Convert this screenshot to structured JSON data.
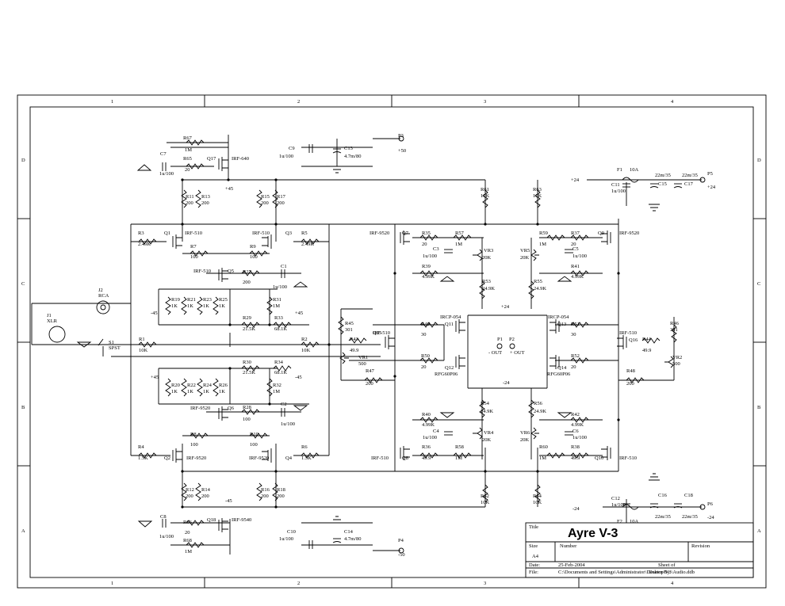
{
  "title_block": {
    "title_label": "Title",
    "title": "Ayre V-3",
    "size_label": "Size",
    "size": "A4",
    "number_label": "Number",
    "revision_label": "Revision",
    "date_label": "Date:",
    "date": "25-Feb-2004",
    "sheet": "Sheet    of",
    "file_label": "File:",
    "file": "C:\\Documents and Settings\\Administrator\\Desktop\\V3\\Audio.ddb",
    "drawn_by": "Drawn By:"
  },
  "grid": {
    "columns": [
      "1",
      "2",
      "3",
      "4"
    ],
    "rows": [
      "D",
      "C",
      "B",
      "A"
    ]
  },
  "ports": {
    "p3": "P3",
    "p3_v": "+50",
    "p4": "P4",
    "p4_v": "-50",
    "p5": "P5",
    "p5_v": "+24",
    "p6": "P6",
    "p6_v": "-24",
    "p1": "P1",
    "p1_v": "- OUT",
    "p2": "P2",
    "p2_v": "+ OUT"
  },
  "rails": {
    "p45": "+45",
    "m45": "-45",
    "p24": "+24",
    "m24": "-24"
  },
  "inputs": {
    "j1": "J1",
    "j1_v": "XLR",
    "j2": "J2",
    "j2_v": "RCA",
    "s1": "S1",
    "s1_v": "SPST"
  },
  "parts": [
    {
      "ref": "R67",
      "val": "1M"
    },
    {
      "ref": "R65",
      "val": "20"
    },
    {
      "ref": "C7",
      "val": "1u/100"
    },
    {
      "ref": "Q17",
      "val": "IRF-640"
    },
    {
      "ref": "C9",
      "val": "1u/100"
    },
    {
      "ref": "C13",
      "val": "4.7m/80"
    },
    {
      "ref": "R11",
      "val": "200"
    },
    {
      "ref": "R13",
      "val": "200"
    },
    {
      "ref": "R15",
      "val": "200"
    },
    {
      "ref": "R17",
      "val": "200"
    },
    {
      "ref": "R61",
      "val": "10K"
    },
    {
      "ref": "R63",
      "val": "10K"
    },
    {
      "ref": "F1",
      "val": "10A"
    },
    {
      "ref": "C11",
      "val": "1u/100"
    },
    {
      "ref": "C15",
      "val": "22m/35"
    },
    {
      "ref": "C17",
      "val": "22m/35"
    },
    {
      "ref": "R3",
      "val": "2.49K"
    },
    {
      "ref": "Q1",
      "val": "IRF-510"
    },
    {
      "ref": "Q3",
      "val": "IRF-510"
    },
    {
      "ref": "R5",
      "val": "2.49K"
    },
    {
      "ref": "R7",
      "val": "100"
    },
    {
      "ref": "R9",
      "val": "100"
    },
    {
      "ref": "Q5",
      "val": "IRF-510"
    },
    {
      "ref": "R27",
      "val": "200"
    },
    {
      "ref": "C1",
      "val": "1u/100"
    },
    {
      "ref": "R19",
      "val": "1K"
    },
    {
      "ref": "R21",
      "val": "1K"
    },
    {
      "ref": "R23",
      "val": "1K"
    },
    {
      "ref": "R25",
      "val": "1K"
    },
    {
      "ref": "R31",
      "val": "1M"
    },
    {
      "ref": "R29",
      "val": "21.5K"
    },
    {
      "ref": "R33",
      "val": "68.1K"
    },
    {
      "ref": "Q7",
      "val": "IRF-9520"
    },
    {
      "ref": "R35",
      "val": "20"
    },
    {
      "ref": "R57",
      "val": "1M"
    },
    {
      "ref": "C3",
      "val": "1u/100"
    },
    {
      "ref": "R39",
      "val": "4.99K"
    },
    {
      "ref": "VR3",
      "val": "20K"
    },
    {
      "ref": "R53",
      "val": "24.9K"
    },
    {
      "ref": "R59",
      "val": "1M"
    },
    {
      "ref": "R37",
      "val": "20"
    },
    {
      "ref": "Q9",
      "val": "IRF-9520"
    },
    {
      "ref": "C5",
      "val": "1u/100"
    },
    {
      "ref": "R41",
      "val": "4.99K"
    },
    {
      "ref": "VR5",
      "val": "20K"
    },
    {
      "ref": "R55",
      "val": "24.9K"
    },
    {
      "ref": "R45",
      "val": "301"
    },
    {
      "ref": "R43",
      "val": "49.9"
    },
    {
      "ref": "Q15",
      "val": "IRF-510"
    },
    {
      "ref": "VR1",
      "val": "500"
    },
    {
      "ref": "R47",
      "val": "200"
    },
    {
      "ref": "R49",
      "val": "30"
    },
    {
      "ref": "Q11",
      "val": "IRCP-054"
    },
    {
      "ref": "R50",
      "val": "20"
    },
    {
      "ref": "Q12",
      "val": "RFG60P06"
    },
    {
      "ref": "Q13",
      "val": "IRCP-054"
    },
    {
      "ref": "R51",
      "val": "30"
    },
    {
      "ref": "R52",
      "val": "20"
    },
    {
      "ref": "Q14",
      "val": "RFG60P06"
    },
    {
      "ref": "R46",
      "val": "301"
    },
    {
      "ref": "R44",
      "val": "49.9"
    },
    {
      "ref": "Q16",
      "val": "IRF-510"
    },
    {
      "ref": "VR2",
      "val": "500"
    },
    {
      "ref": "R48",
      "val": "200"
    },
    {
      "ref": "R1",
      "val": "10K"
    },
    {
      "ref": "R2",
      "val": "10K"
    },
    {
      "ref": "R30",
      "val": "21.5K"
    },
    {
      "ref": "R34",
      "val": "68.1K"
    },
    {
      "ref": "R20",
      "val": "1K"
    },
    {
      "ref": "R22",
      "val": "1K"
    },
    {
      "ref": "R24",
      "val": "1K"
    },
    {
      "ref": "R26",
      "val": "1K"
    },
    {
      "ref": "R32",
      "val": "1M"
    },
    {
      "ref": "Q6",
      "val": "IRF-9520"
    },
    {
      "ref": "R28",
      "val": "100"
    },
    {
      "ref": "C2",
      "val": "1u/100"
    },
    {
      "ref": "R8",
      "val": "100"
    },
    {
      "ref": "R10",
      "val": "100"
    },
    {
      "ref": "R4",
      "val": "1.5K"
    },
    {
      "ref": "Q2",
      "val": "IRF-9520"
    },
    {
      "ref": "Q4",
      "val": "IRF-9520"
    },
    {
      "ref": "R6",
      "val": "1.5K"
    },
    {
      "ref": "R54",
      "val": "24.9K"
    },
    {
      "ref": "R40",
      "val": "4.99K"
    },
    {
      "ref": "C4",
      "val": "1u/100"
    },
    {
      "ref": "VR4",
      "val": "20K"
    },
    {
      "ref": "R36",
      "val": "49.9"
    },
    {
      "ref": "R58",
      "val": "1M"
    },
    {
      "ref": "Q8",
      "val": "IRF-510"
    },
    {
      "ref": "R56",
      "val": "24.9K"
    },
    {
      "ref": "R42",
      "val": "4.99K"
    },
    {
      "ref": "C6",
      "val": "1u/100"
    },
    {
      "ref": "VR6",
      "val": "20K"
    },
    {
      "ref": "R60",
      "val": "1M"
    },
    {
      "ref": "R38",
      "val": "49.9"
    },
    {
      "ref": "Q10",
      "val": "IRF-510"
    },
    {
      "ref": "R12",
      "val": "200"
    },
    {
      "ref": "R14",
      "val": "200"
    },
    {
      "ref": "R16",
      "val": "200"
    },
    {
      "ref": "R18",
      "val": "200"
    },
    {
      "ref": "R62",
      "val": "10K"
    },
    {
      "ref": "R64",
      "val": "10K"
    },
    {
      "ref": "F2",
      "val": "10A"
    },
    {
      "ref": "C12",
      "val": "1u/100"
    },
    {
      "ref": "C16",
      "val": "22m/35"
    },
    {
      "ref": "C18",
      "val": "22m/35"
    },
    {
      "ref": "C8",
      "val": "1u/100"
    },
    {
      "ref": "R66",
      "val": "20"
    },
    {
      "ref": "R68",
      "val": "1M"
    },
    {
      "ref": "Q18",
      "val": "IRF-9540"
    },
    {
      "ref": "C10",
      "val": "1u/100"
    },
    {
      "ref": "C14",
      "val": "4.7m/80"
    }
  ]
}
